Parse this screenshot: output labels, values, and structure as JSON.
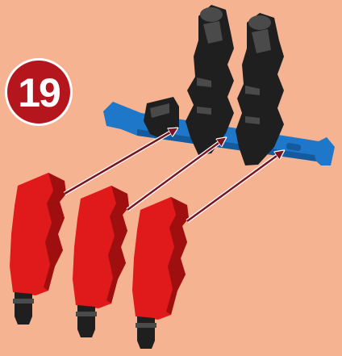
{
  "step": {
    "number": "19"
  },
  "colors": {
    "background": "#f6b391",
    "badge": "#b5151c",
    "rod_blue": "#1f77c9",
    "rod_blue_dark": "#135a9e",
    "black_part": "#1f1f1f",
    "black_part_light": "#4a4a4a",
    "red_part": "#e01a1a",
    "red_part_dark": "#a00f10",
    "arrow": "#7a1422"
  },
  "icons": {
    "rod": "blue-axle-rod",
    "assembled": "black-bracket-parts",
    "loose": "red-bracket-parts",
    "arrows": "insertion-arrows"
  }
}
